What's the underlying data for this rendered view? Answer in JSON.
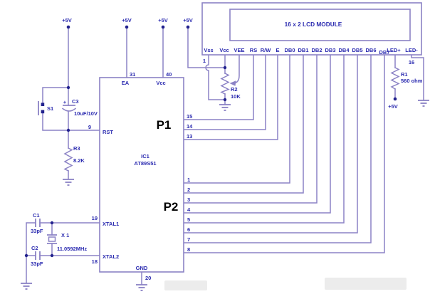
{
  "power_label": "+5V",
  "lcd": {
    "title": "16 x 2 LCD MODULE",
    "pins": [
      "Vss",
      "Vcc",
      "VEE",
      "RS",
      "R/W",
      "E",
      "DB0",
      "DB1",
      "DB2",
      "DB3",
      "DB4",
      "DB5",
      "DB6",
      "DB7",
      "LED+",
      "LED-"
    ],
    "pin_first": "1",
    "pin_last": "16"
  },
  "ic": {
    "ref": "IC1",
    "part": "AT89S51",
    "port1_label": "P1",
    "port2_label": "P2",
    "left_pins": {
      "ea": "EA",
      "ea_num": "31",
      "vcc": "Vcc",
      "vcc_num": "40",
      "rst": "RST",
      "rst_num": "9",
      "xtal1": "XTAL1",
      "xtal1_num": "19",
      "xtal2": "XTAL2",
      "xtal2_num": "18",
      "gnd": "GND",
      "gnd_num": "20"
    },
    "p1_pins": [
      "15",
      "14",
      "13"
    ],
    "p2_pins": [
      "1",
      "2",
      "3",
      "4",
      "5",
      "6",
      "7",
      "8"
    ]
  },
  "components": {
    "r1": {
      "ref": "R1",
      "value": "560 ohm"
    },
    "r2": {
      "ref": "R2",
      "value": "10K"
    },
    "r3": {
      "ref": "R3",
      "value": "8.2K"
    },
    "c1": {
      "ref": "C1",
      "value": "33pF"
    },
    "c2": {
      "ref": "C2",
      "value": "33pF"
    },
    "c3": {
      "ref": "C3",
      "value": "10uF/10V",
      "polarity": "+"
    },
    "x1": {
      "ref": "X 1",
      "value": "11.0592MHz"
    },
    "s1": {
      "ref": "S1"
    }
  },
  "colors": {
    "wire": "#8b82c5",
    "text": "#2b2bb0",
    "dot": "#22228e",
    "port_text": "#000000"
  }
}
